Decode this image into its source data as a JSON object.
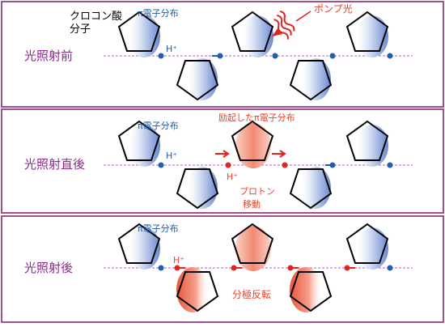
{
  "panels": [
    {
      "id": "before",
      "label": "光照射前",
      "annotations": {
        "molecule_label_1": "クロコン酸",
        "molecule_label_2": "分子",
        "pi_label": "π電子分布",
        "proton_label": "H⁺",
        "pump_label": "ポンプ光"
      }
    },
    {
      "id": "just-after",
      "label": "光照射直後",
      "annotations": {
        "pi_label": "π電子分布",
        "excited_label": "励起したπ電子分布",
        "proton_label_1": "H⁺",
        "proton_label_2": "H⁺",
        "proton_move_1": "プロトン",
        "proton_move_2": "移動"
      }
    },
    {
      "id": "after",
      "label": "光照射後",
      "annotations": {
        "pi_label": "π電子分布",
        "proton_label": "H⁺",
        "polarization_label": "分極反転"
      }
    }
  ],
  "colors": {
    "border": "#a0508c",
    "panel_label": "#8b2a8b",
    "blue_text": "#1f5aa6",
    "red_text": "#e8412c",
    "blue_dot": "#1e5fb4",
    "red_dot": "#e02424",
    "chain_line": "#b05cc0"
  }
}
